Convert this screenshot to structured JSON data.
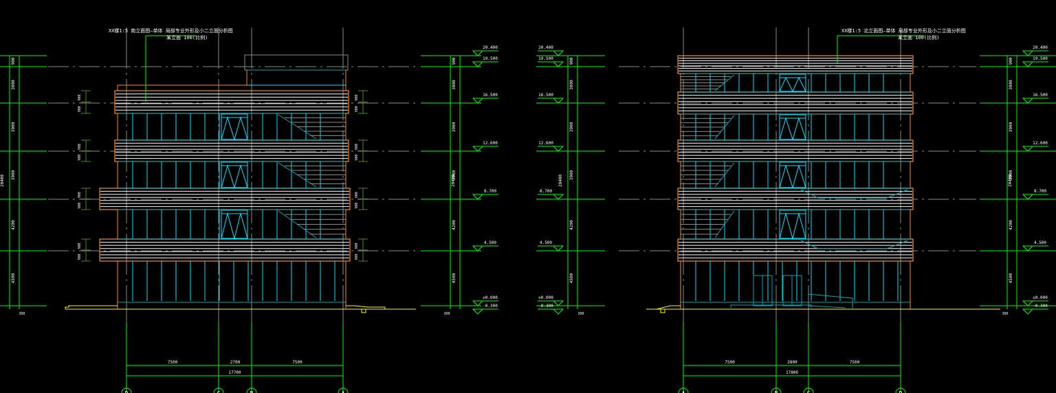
{
  "colors": {
    "background": "#000000",
    "dimension": "#00ff00",
    "dimension_dark": "#4a8a1a",
    "outline": "#ff8c1a",
    "glazing": "#00e5ff",
    "glazing_dark": "#00a8b5",
    "slab_lines": "#ffffff",
    "axis": "#8c8c8c",
    "ground": "#ffff00",
    "text": "#ffffff"
  },
  "drawings": [
    {
      "id": "left-elevation",
      "title": "XX楼1:5 南立面图—单体 局部专业外形及小二立面分析图",
      "subtitle": "某立面 100(比例)",
      "axis_labels": [
        "D",
        "C",
        "B",
        "A"
      ],
      "bay_dimensions": [
        "7500",
        "2700",
        "7500"
      ],
      "total_dimension": "17700",
      "left_levels": [
        {
          "height": "900"
        },
        {
          "height": "3000"
        },
        {
          "height": "3900"
        },
        {
          "height": "3900"
        },
        {
          "height": "4200"
        },
        {
          "height": "4500"
        }
      ],
      "left_total": "20400",
      "right_levels": [
        {
          "elev": "20.400"
        },
        {
          "elev": "19.500"
        },
        {
          "elev": "16.500"
        },
        {
          "elev": "12.600"
        },
        {
          "elev": "8.700"
        },
        {
          "elev": "4.500"
        },
        {
          "elev": "±0.000"
        },
        {
          "elev": "-0.300"
        }
      ],
      "right_heights": [
        "900",
        "3000",
        "3900",
        "3900",
        "4200",
        "4500"
      ],
      "right_total": "20400",
      "ground_offset": "300",
      "slab_marks": [
        "900",
        "900",
        "900",
        "900",
        "900",
        "900",
        "900",
        "900"
      ]
    },
    {
      "id": "right-elevation",
      "title": "XX楼1:5 北立面图—单体 局部专业外形及小二立面分析图",
      "subtitle": "某立面 100(比例)",
      "axis_labels": [
        "A",
        "B",
        "C",
        "D"
      ],
      "bay_dimensions": [
        "7500",
        "2800",
        "7500"
      ],
      "total_dimension": "17800",
      "left_levels": [
        {
          "elev": "20.400"
        },
        {
          "elev": "19.500"
        },
        {
          "elev": "16.500"
        },
        {
          "elev": "12.600"
        },
        {
          "elev": "8.700"
        },
        {
          "elev": "4.500"
        },
        {
          "elev": "±0.000"
        },
        {
          "elev": "-0.300"
        }
      ],
      "left_heights": [
        "900",
        "3000",
        "3900",
        "3900",
        "4200",
        "4500"
      ],
      "left_total": "20400",
      "right_levels": [
        {
          "elev": "20.400"
        },
        {
          "elev": "19.500"
        },
        {
          "elev": "16.500"
        },
        {
          "elev": "12.600"
        },
        {
          "elev": "8.700"
        },
        {
          "elev": "4.500"
        },
        {
          "elev": "±0.000"
        },
        {
          "elev": "-0.300"
        }
      ],
      "right_heights": [
        "900",
        "3000",
        "3900",
        "3900",
        "4200",
        "4500"
      ],
      "right_total": "20400",
      "ground_offset": "300"
    }
  ]
}
